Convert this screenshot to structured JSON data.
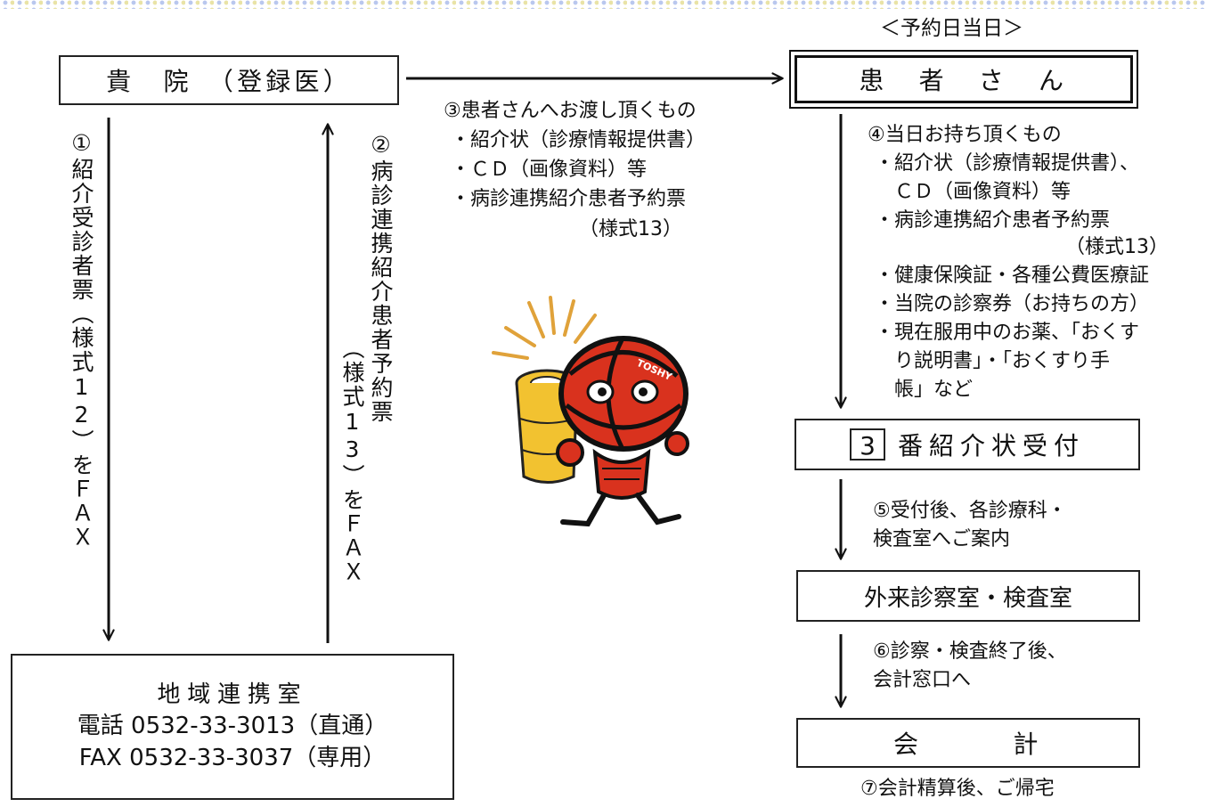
{
  "header": {
    "top_label": "＜予約日当日＞"
  },
  "boxes": {
    "clinic": "貴　院　（登録医）",
    "patient": "患　者　さ　ん",
    "reception_number": "3",
    "reception_label": "番紹介状受付",
    "outpatient": "外来診察室・検査室",
    "cashier": "会　　　計",
    "liaison": {
      "title": "地域連携室",
      "phone": "電話 0532-33-3013（直通）",
      "fax": "FAX 0532-33-3037（専用）"
    }
  },
  "steps": {
    "step1": "①紹介受診者票（様式12）をＦＡＸ",
    "step2_col1": "②病診連携紹介患者予約票",
    "step2_col2": "（様式13）をＦＡＸ",
    "step3": {
      "title": "③患者さんへお渡し頂くもの",
      "items": [
        "・紹介状（診療情報提供書）",
        "・ＣＤ（画像資料）等",
        "・病診連携紹介患者予約票"
      ],
      "suffix": "（様式13）"
    },
    "step4": {
      "title": "④当日お持ち頂くもの",
      "lines": [
        "・紹介状（診療情報提供書）、",
        "　ＣＤ（画像資料）等",
        "・病診連携紹介患者予約票",
        "（様式13）",
        "・健康保険証・各種公費医療証",
        "・当院の診察券（お持ちの方）",
        "・現在服用中のお薬、「おくす",
        "　り説明書」・「おくすり手",
        "　帳」など"
      ]
    },
    "step5": [
      "⑤受付後、各診療科・",
      "検査室へご案内"
    ],
    "step6": [
      "⑥診察・検査終了後、",
      "会計窓口へ"
    ],
    "step7": "⑦会計精算後、ご帰宅"
  },
  "mascot": {
    "text": "TOSHY"
  },
  "colors": {
    "mascot_red": "#d9321e",
    "mascot_yellow": "#f2c230",
    "line": "#111111"
  }
}
